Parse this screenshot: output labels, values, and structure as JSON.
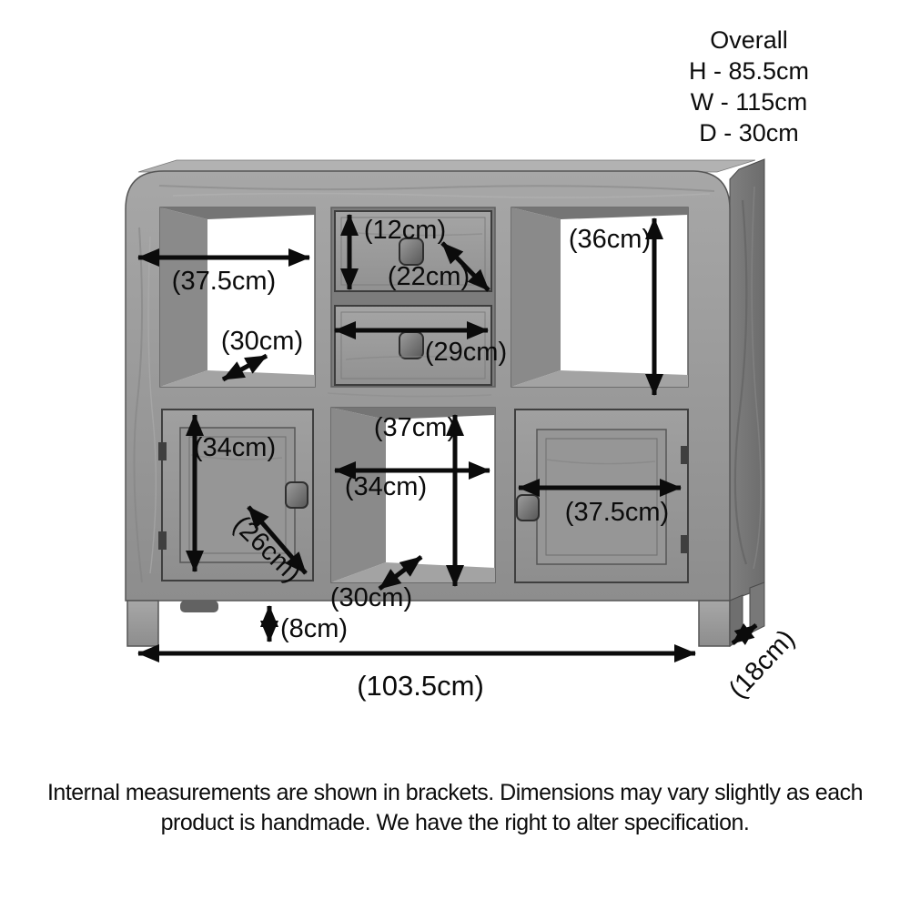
{
  "overall": {
    "title": "Overall",
    "height": "H - 85.5cm",
    "width": "W - 115cm",
    "depth": "D - 30cm"
  },
  "measurements": {
    "top_left_shelf_width": "(37.5cm)",
    "top_left_shelf_depth": "(30cm)",
    "top_drawer_height": "(12cm)",
    "top_drawer_depth": "(22cm)",
    "bottom_drawer_width": "(29cm)",
    "top_right_shelf_height": "(36cm)",
    "left_door_height": "(34cm)",
    "left_door_diagonal": "(26cm)",
    "middle_shelf_height": "(37cm)",
    "middle_shelf_width": "(34cm)",
    "middle_shelf_depth": "(30cm)",
    "floor_clearance": "(8cm)",
    "base_width": "(103.5cm)",
    "leg_depth": "(18cm)",
    "right_door_width": "(37.5cm)"
  },
  "footer": {
    "line1": "Internal measurements are shown in brackets. Dimensions may vary slightly as each",
    "line2": "product is handmade. We have the right to alter specification."
  },
  "palette": {
    "arrow_color": "#0b0b0b",
    "wood_light": "#aaaaaa",
    "wood_mid": "#949494",
    "wood_dark": "#6f6f6f",
    "background": "#ffffff"
  }
}
